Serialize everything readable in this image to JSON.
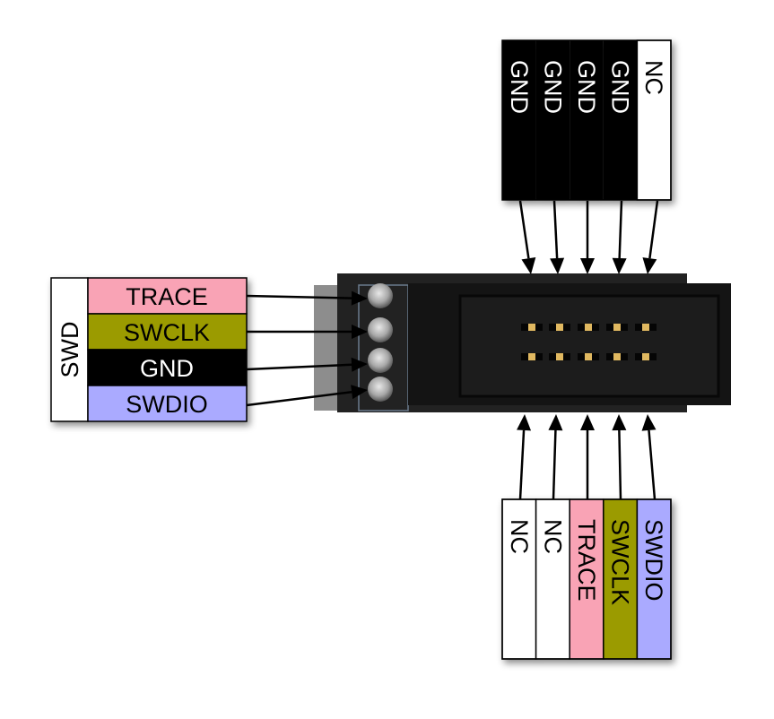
{
  "colors": {
    "trace": "#f9a3b5",
    "swclk": "#9b9b00",
    "gnd": "#000000",
    "swdio": "#aaaaff",
    "nc": "#ffffff"
  },
  "left_block": {
    "group_label": "SWD",
    "rows": [
      {
        "label": "TRACE",
        "key": "trace"
      },
      {
        "label": "SWCLK",
        "key": "swclk"
      },
      {
        "label": "GND",
        "key": "gnd"
      },
      {
        "label": "SWDIO",
        "key": "swdio"
      }
    ]
  },
  "top_block": {
    "columns": [
      {
        "label": "GND",
        "key": "gnd"
      },
      {
        "label": "GND",
        "key": "gnd"
      },
      {
        "label": "GND",
        "key": "gnd"
      },
      {
        "label": "GND",
        "key": "gnd"
      },
      {
        "label": "NC",
        "key": "nc"
      }
    ]
  },
  "bottom_block": {
    "columns": [
      {
        "label": "NC",
        "key": "nc"
      },
      {
        "label": "NC",
        "key": "nc"
      },
      {
        "label": "TRACE",
        "key": "trace"
      },
      {
        "label": "SWCLK",
        "key": "swclk"
      },
      {
        "label": "SWDIO",
        "key": "swdio"
      }
    ]
  }
}
